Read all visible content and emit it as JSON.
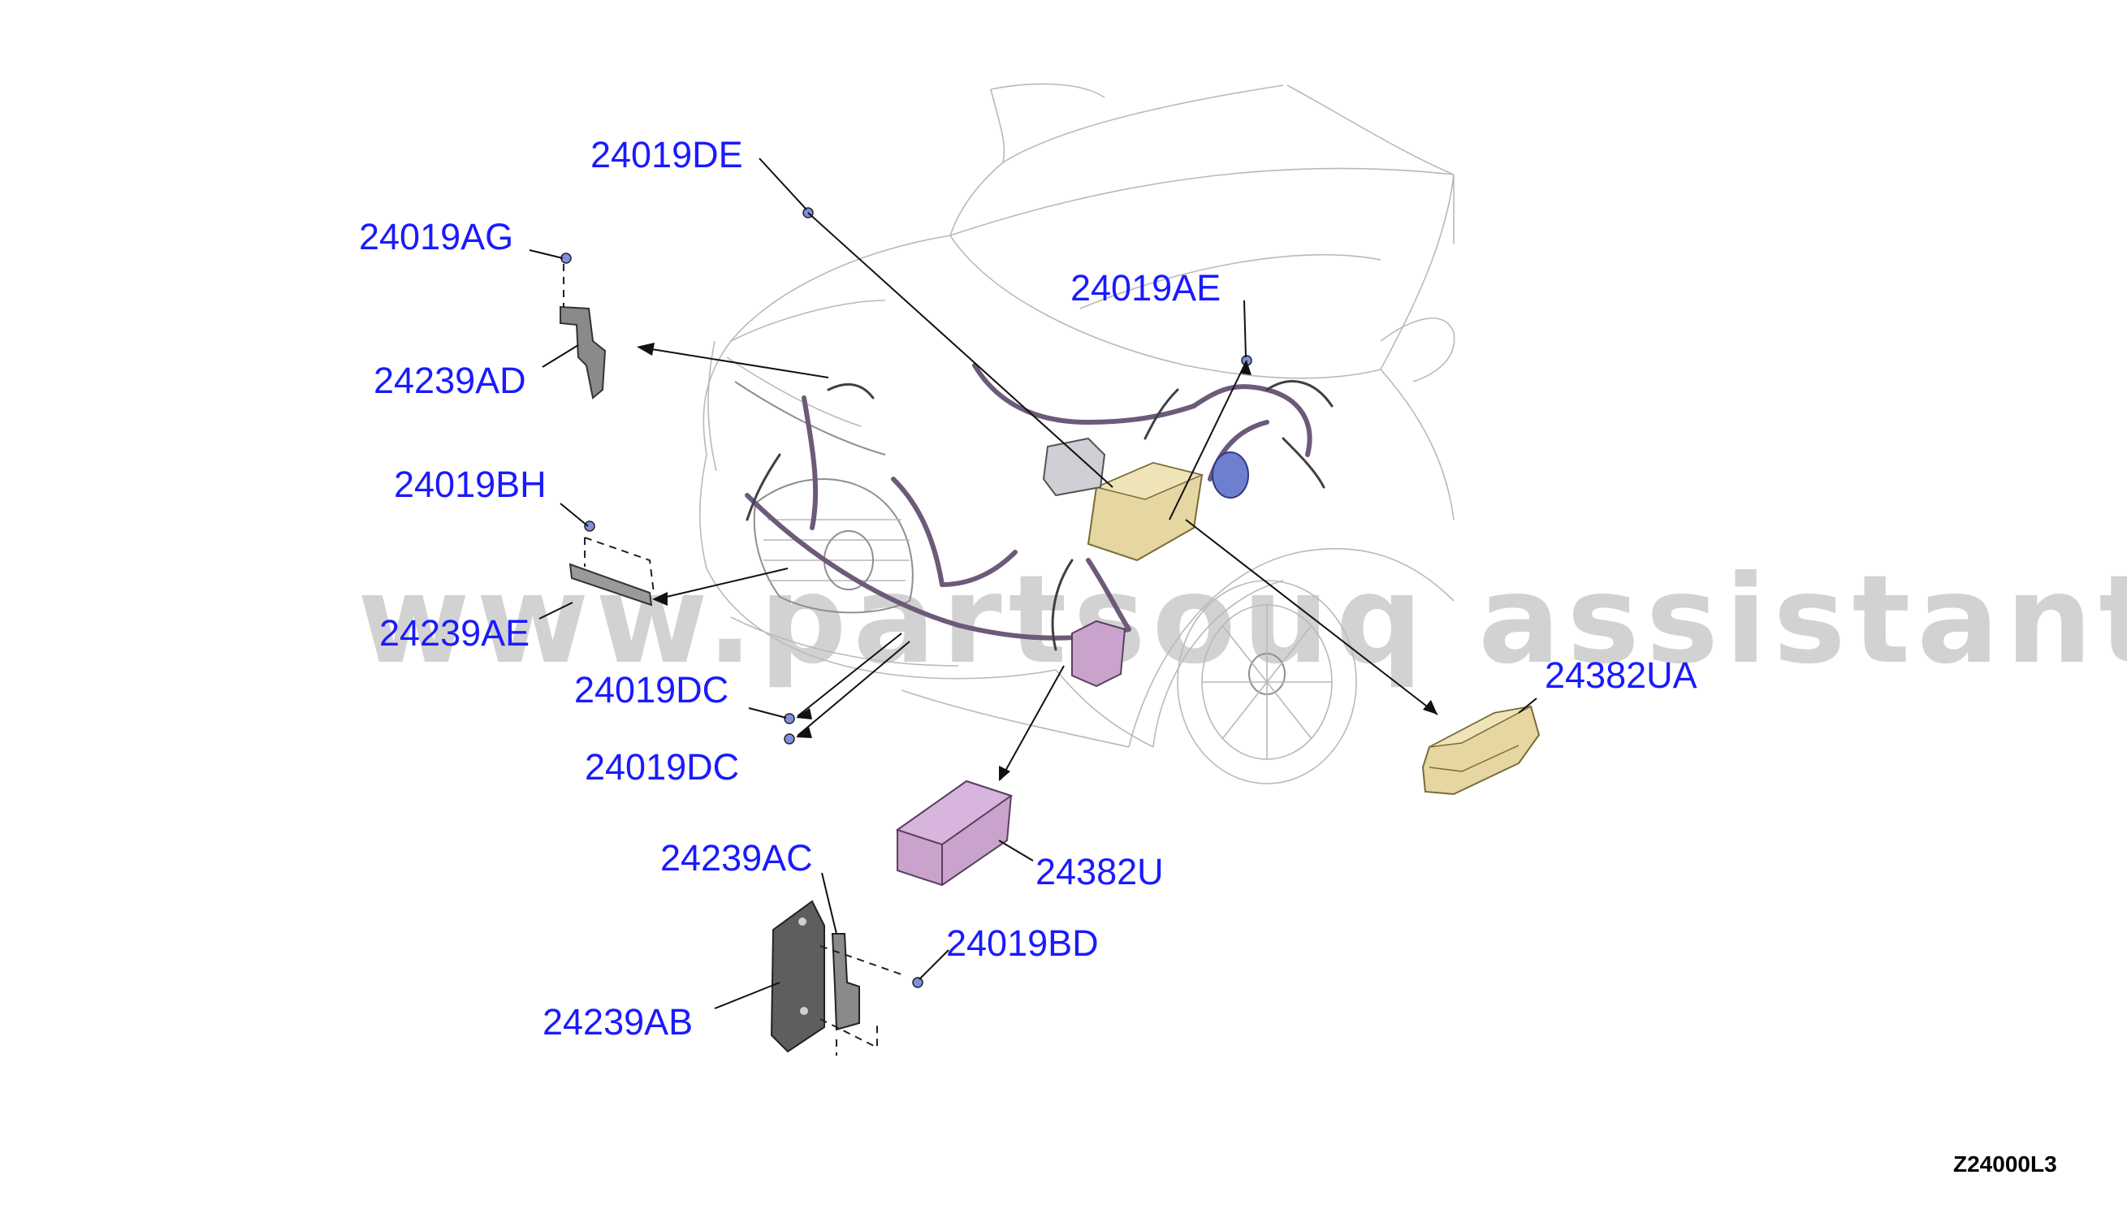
{
  "callouts": {
    "p24019DE": "24019DE",
    "p24019AG": "24019AG",
    "p24239AD": "24239AD",
    "p24019AE": "24019AE",
    "p24019BH": "24019BH",
    "p24239AE": "24239AE",
    "p24019DC_1": "24019DC",
    "p24019DC_2": "24019DC",
    "p24382UA": "24382UA",
    "p24382U": "24382U",
    "p24239AC": "24239AC",
    "p24019BD": "24019BD",
    "p24239AB": "24239AB"
  },
  "diagram_code": "Z24000L3",
  "watermark": "www.partsouq assistant.com",
  "colors": {
    "callout_text": "#1a1aff",
    "fuse_box_purple": "#c9a3cc",
    "fuse_box_cover_tan": "#e6d7a2",
    "harness_wire": "#6d5a78",
    "bracket_gray": "#8a8a8a"
  }
}
